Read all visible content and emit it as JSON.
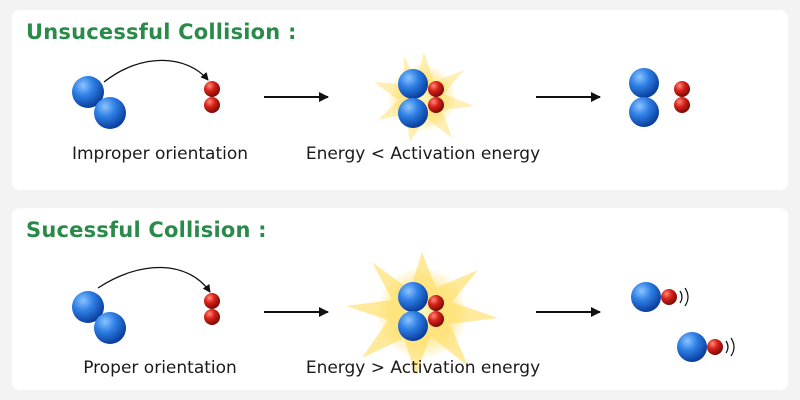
{
  "unsuccessful": {
    "title": "Unsucessful Collision :",
    "label_left": "Improper orientation",
    "label_middle": "Energy < Activation energy"
  },
  "successful": {
    "title": "Sucessful Collision :",
    "label_left": "Proper orientation",
    "label_middle": "Energy > Activation energy"
  },
  "colors": {
    "heading": "#2a8a4a",
    "blue_atom": "#1f6fd6",
    "red_atom": "#d01e1e",
    "flash": "#ffd84a"
  }
}
